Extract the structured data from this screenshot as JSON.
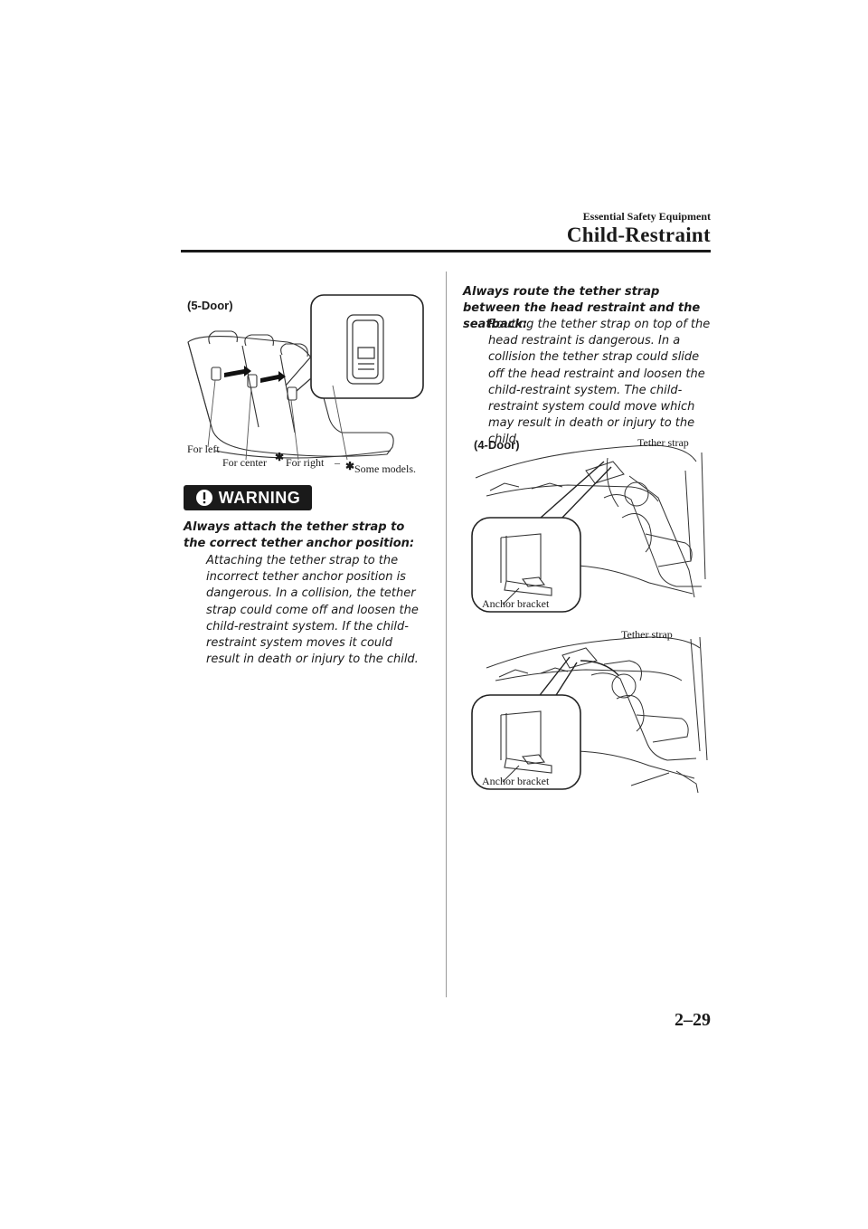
{
  "header": {
    "section": "Essential Safety Equipment",
    "title": "Child-Restraint"
  },
  "figure_5door": {
    "caption": "(5-Door)",
    "labels": {
      "for_left": "For left",
      "for_center": "For center",
      "for_right": "For right",
      "some_models": "Some models."
    }
  },
  "warning": {
    "badge": "WARNING",
    "heading": "Always attach the tether strap to the correct tether anchor position:",
    "body": "Attaching the tether strap to the incorrect tether anchor position is dangerous. In a collision, the tether strap could come off and loosen the child-restraint system. If the child-restraint system moves it could result in death or injury to the child."
  },
  "route_note": {
    "heading": "Always route the tether strap between the head restraint and the seatback:",
    "body": "Routing the tether strap on top of the head restraint is dangerous. In a collision the tether strap could slide off the head restraint and loosen the child-restraint system. The child-restraint system could move which may result in death or injury to the child."
  },
  "figure_4door": {
    "caption": "(4-Door)",
    "tether_label": "Tether strap",
    "anchor_label": "Anchor bracket"
  },
  "figure_second": {
    "tether_label": "Tether strap",
    "anchor_label": "Anchor bracket"
  },
  "page": {
    "number": "2–29"
  }
}
